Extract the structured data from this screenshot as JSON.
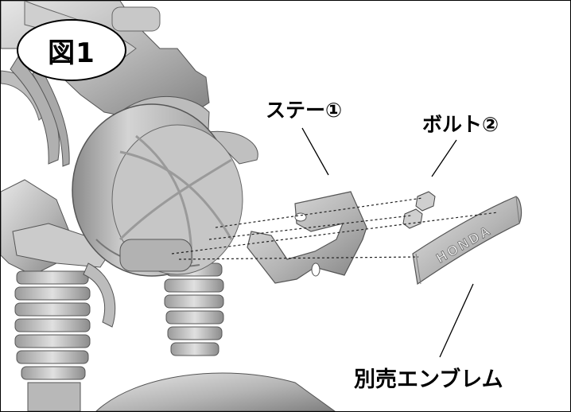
{
  "figure": {
    "label": "図1"
  },
  "callouts": {
    "stay": "ステー①",
    "bolt": "ボルト②",
    "emblem": "別売エンブレム"
  },
  "emblem": {
    "text": "HONDA"
  },
  "colors": {
    "line": "#000000",
    "part_fill": "#b8b8b8",
    "part_dark": "#7a7a7a",
    "part_light": "#e2e2e2",
    "background": "#ffffff"
  }
}
